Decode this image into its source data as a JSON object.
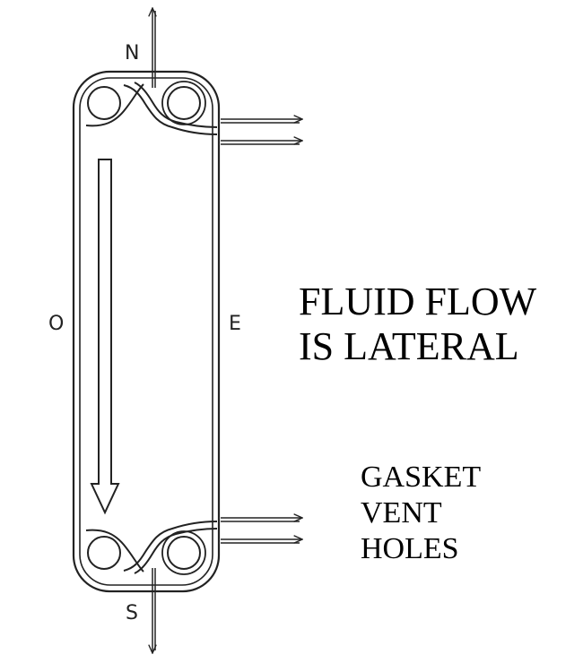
{
  "diagram": {
    "compass_labels": {
      "north": "N",
      "south": "S",
      "east": "E",
      "west": "O"
    },
    "flow_caption": {
      "line1": "FLUID FLOW",
      "line2": "IS LATERAL"
    },
    "vent_caption": {
      "line1": "GASKET",
      "line2": "VENT",
      "line3": "HOLES"
    },
    "colors": {
      "stroke": "#222222",
      "background": "#ffffff"
    }
  }
}
